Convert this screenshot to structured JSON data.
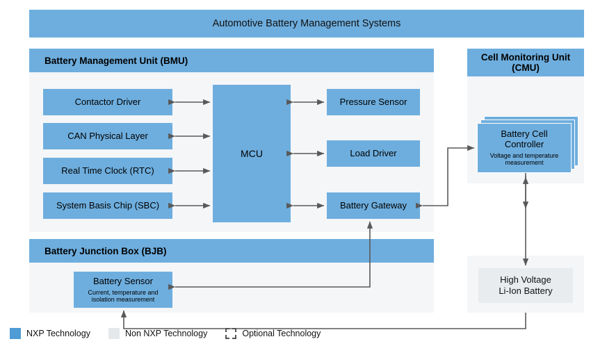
{
  "banner": {
    "title": "Automotive Battery Management Systems"
  },
  "panels": {
    "bmu": {
      "title": "Battery Management Unit (BMU)"
    },
    "cmu": {
      "title_line1": "Cell Monitoring Unit",
      "title_line2": "(CMU)"
    },
    "bjb": {
      "title": "Battery Junction Box (BJB)"
    }
  },
  "blocks": {
    "contactor_driver": {
      "label": "Contactor Driver"
    },
    "can_physical_layer": {
      "label": "CAN Physical Layer"
    },
    "real_time_clock": {
      "label": "Real Time Clock (RTC)"
    },
    "system_basis_chip": {
      "label": "System Basis Chip (SBC)"
    },
    "mcu": {
      "label": "MCU"
    },
    "pressure_sensor": {
      "label": "Pressure Sensor"
    },
    "load_driver": {
      "label": "Load Driver"
    },
    "battery_gateway": {
      "label": "Battery Gateway"
    },
    "battery_cell_controller": {
      "label_line1": "Battery Cell",
      "label_line2": "Controller",
      "sub_line1": "Voltage and temperature",
      "sub_line2": "measurement"
    },
    "battery_sensor": {
      "label": "Battery Sensor",
      "sub_line1": "Current, temperature and",
      "sub_line2": "isolation measurement"
    },
    "high_voltage_battery": {
      "label_line1": "High Voltage",
      "label_line2": "Li-Ion Battery"
    }
  },
  "legend": {
    "items": [
      {
        "key": "nxp",
        "label": "NXP Technology",
        "swatch": "blue",
        "color": "#4E9BD6"
      },
      {
        "key": "non-nxp",
        "label": "Non NXP Technology",
        "swatch": "gray",
        "color": "#E4E8EB"
      },
      {
        "key": "optional",
        "label": "Optional Technology",
        "swatch": "dash",
        "color": "#555555"
      }
    ]
  },
  "colors": {
    "nxp_blue": "#6EAEDE",
    "panel_bg": "#F4F6F8",
    "non_nxp_gray": "#E9ECEF",
    "wire": "#595959"
  }
}
